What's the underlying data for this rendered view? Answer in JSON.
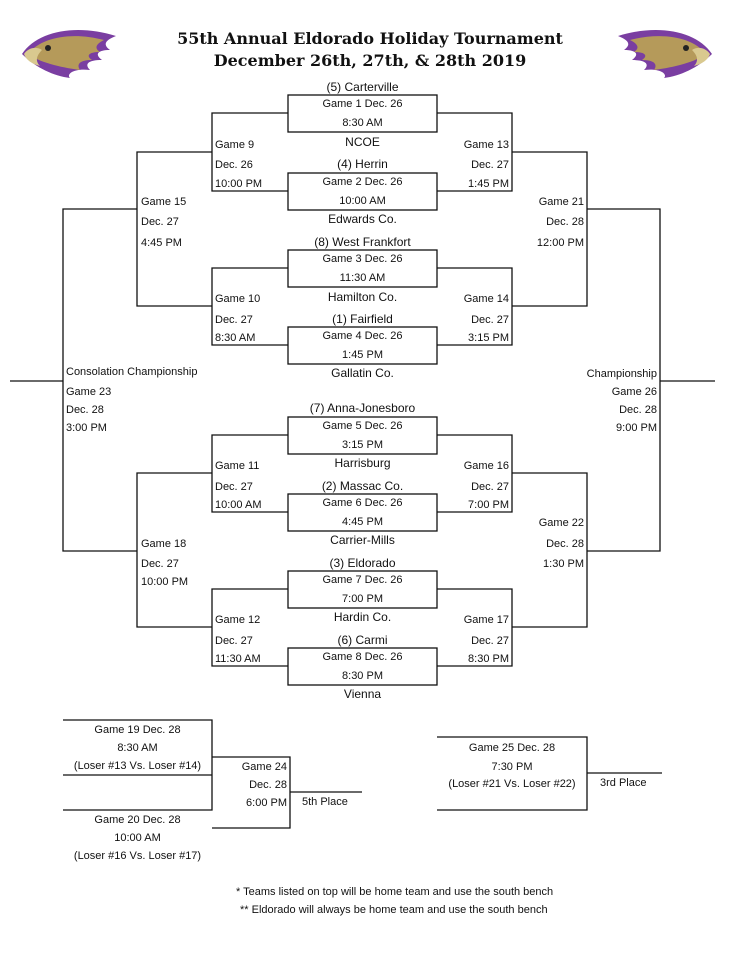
{
  "title": {
    "line1": "55th Annual Eldorado Holiday Tournament",
    "line2": "December 26th, 27th, & 28th 2019"
  },
  "colors": {
    "logo_purple": "#7a3ea1",
    "logo_gold": "#b59a5a",
    "line": "#111111"
  },
  "round1": [
    {
      "top_team": "(5) Carterville",
      "game": "Game 1  Dec. 26",
      "time": "8:30 AM",
      "bottom_team": "NCOE"
    },
    {
      "top_team": "(4) Herrin",
      "game": "Game 2 Dec. 26",
      "time": "10:00 AM",
      "bottom_team": "Edwards Co."
    },
    {
      "top_team": "(8) West Frankfort",
      "game": "Game 3  Dec. 26",
      "time": "11:30 AM",
      "bottom_team": "Hamilton Co."
    },
    {
      "top_team": "(1) Fairfield",
      "game": "Game 4  Dec. 26",
      "time": "1:45 PM",
      "bottom_team": "Gallatin Co."
    },
    {
      "top_team": "(7) Anna-Jonesboro",
      "game": "Game 5 Dec. 26",
      "time": "3:15 PM",
      "bottom_team": "Harrisburg"
    },
    {
      "top_team": "(2) Massac Co.",
      "game": "Game 6  Dec. 26",
      "time": "4:45 PM",
      "bottom_team": "Carrier-Mills"
    },
    {
      "top_team": "(3) Eldorado",
      "game": "Game 7  Dec. 26",
      "time": "7:00 PM",
      "bottom_team": "Hardin Co."
    },
    {
      "top_team": "(6) Carmi",
      "game": "Game 8 Dec. 26",
      "time": "8:30 PM",
      "bottom_team": "Vienna"
    }
  ],
  "left_round2": [
    {
      "game": "Game 9",
      "date": "Dec. 26",
      "time": "10:00 PM"
    },
    {
      "game": "Game 10",
      "date": "Dec. 27",
      "time": "8:30 AM"
    },
    {
      "game": "Game 11",
      "date": "Dec. 27",
      "time": "10:00 AM"
    },
    {
      "game": "Game 12",
      "date": "Dec. 27",
      "time": "11:30 AM"
    }
  ],
  "right_round2": [
    {
      "game": "Game 13",
      "date": "Dec. 27",
      "time": "1:45 PM"
    },
    {
      "game": "Game 14",
      "date": "Dec. 27",
      "time": "3:15 PM"
    },
    {
      "game": "Game 16",
      "date": "Dec. 27",
      "time": "7:00 PM"
    },
    {
      "game": "Game 17",
      "date": "Dec. 27",
      "time": "8:30 PM"
    }
  ],
  "left_round3": [
    {
      "game": "Game 15",
      "date": "Dec. 27",
      "time": "4:45 PM"
    },
    {
      "game": "Game 18",
      "date": "Dec. 27",
      "time": "10:00 PM"
    }
  ],
  "right_round3": [
    {
      "game": "Game 21",
      "date": "Dec. 28",
      "time": "12:00 PM"
    },
    {
      "game": "Game 22",
      "date": "Dec. 28",
      "time": "1:30 PM"
    }
  ],
  "consolation_final": {
    "label": "Consolation Championship",
    "game": "Game 23",
    "date": "Dec. 28",
    "time": "3:00 PM"
  },
  "championship": {
    "label": "Championship",
    "game": "Game 26",
    "date": "Dec. 28",
    "time": "9:00 PM"
  },
  "fifth_place_bracket": {
    "game19": {
      "line1": "Game 19  Dec. 28",
      "line2": "8:30 AM",
      "line3": "(Loser #13 Vs. Loser #14)"
    },
    "game20": {
      "line1": "Game 20  Dec. 28",
      "line2": "10:00 AM",
      "line3": "(Loser #16 Vs. Loser #17)"
    },
    "game24": {
      "game": "Game 24",
      "date": "Dec. 28",
      "time": "6:00 PM"
    },
    "result": "5th Place"
  },
  "third_place_bracket": {
    "game25": {
      "line1": "Game 25  Dec. 28",
      "line2": "7:30 PM",
      "line3": "(Loser #21 Vs. Loser #22)"
    },
    "result": "3rd Place"
  },
  "notes": [
    "* Teams listed on top will be home team and use the south bench",
    "** Eldorado will always be home team and use the south bench"
  ]
}
